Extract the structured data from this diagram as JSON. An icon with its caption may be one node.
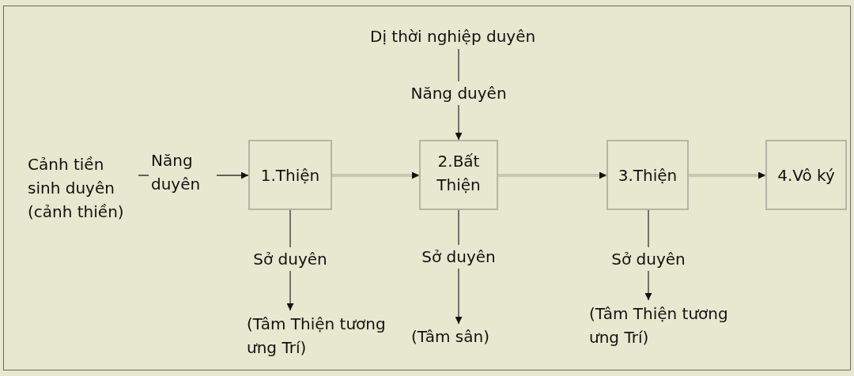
{
  "diagram": {
    "nodes": [
      {
        "text": [
          "Dị thời nghiệp duyên"
        ]
      },
      {
        "text": [
          "Cảnh tiền sinh duyên (cảnh thiền)"
        ]
      },
      {
        "text": [
          "1.Thiện"
        ]
      },
      {
        "text": [
          "2.Bất Thiện"
        ]
      },
      {
        "text": [
          "3.Thiện"
        ]
      },
      {
        "text": [
          "4.Vô ký"
        ]
      },
      {
        "text": [
          "(Tâm Thiện tương ưng Trí)"
        ]
      },
      {
        "text": [
          "(Tâm sân)"
        ]
      },
      {
        "text": [
          "(Tâm Thiện tương ưng Trí)"
        ]
      }
    ],
    "edges": [
      {
        "from": 1,
        "to": 2,
        "arrow": "to",
        "label": "Năng duyên"
      },
      {
        "from": 0,
        "to": 3,
        "arrow": "to",
        "label": "Năng duyên"
      },
      {
        "from": 2,
        "to": 3,
        "arrow": "to",
        "style": "thick",
        "color": "#c6c8b4"
      },
      {
        "from": 3,
        "to": 4,
        "arrow": "to",
        "style": "thick",
        "color": "#c6c8b4"
      },
      {
        "from": 4,
        "to": 5,
        "arrow": "to",
        "style": "thick",
        "color": "#c6c8b4"
      },
      {
        "from": 2,
        "to": 6,
        "arrow": "to",
        "label": "Sở duyên"
      },
      {
        "from": 3,
        "to": 7,
        "arrow": "to",
        "label": "Sở duyên"
      },
      {
        "from": 4,
        "to": 8,
        "arrow": "to",
        "label": "Sở duyên"
      }
    ]
  }
}
